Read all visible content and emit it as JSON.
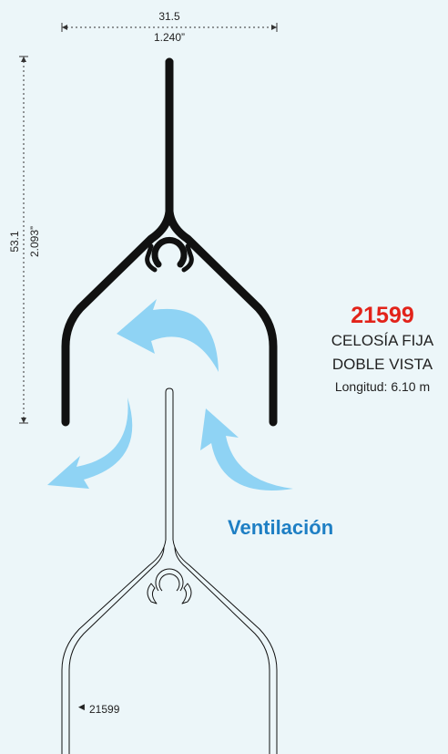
{
  "product": {
    "code": "21599",
    "name_line1": "CELOSÍA FIJA",
    "name_line2": "DOBLE VISTA",
    "length": "Longitud: 6.10 m"
  },
  "airflow_label": "Ventilación",
  "dimensions": {
    "width_mm": "31.5",
    "width_in": "1.240”",
    "height_mm": "53.1",
    "height_in": "2.093”"
  },
  "part_reference": "21599",
  "colors": {
    "background": "#ecf6f9",
    "profile": "#111111",
    "arrow": "#8fd3f4",
    "code": "#e2231a",
    "airflow_text": "#1e7fc4"
  }
}
